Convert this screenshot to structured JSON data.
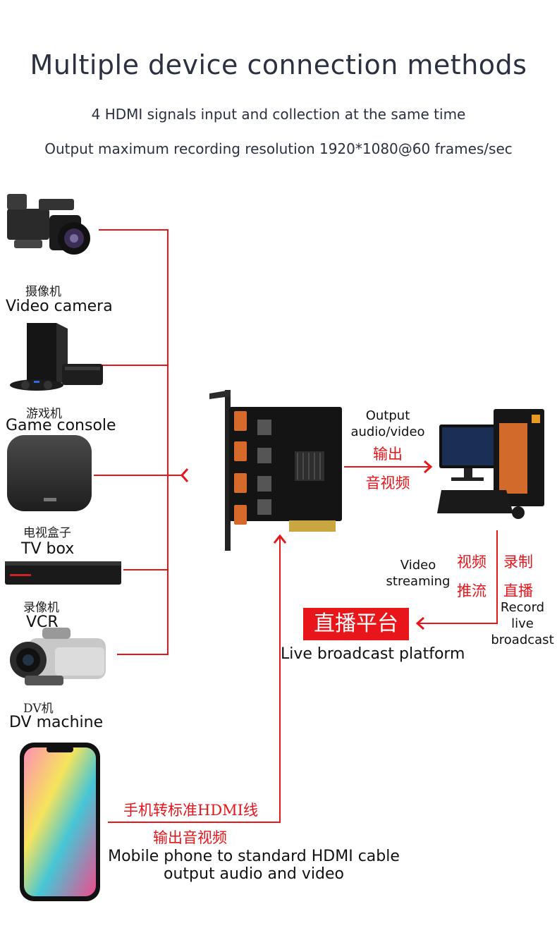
{
  "header": {
    "title": "Multiple device connection methods",
    "subtitle1": "4 HDMI signals input and collection at the same time",
    "subtitle2": "Output maximum recording resolution 1920*1080@60 frames/sec"
  },
  "devices": [
    {
      "cn": "摄像机",
      "en": "Video camera",
      "icon": "video-camera-icon"
    },
    {
      "cn": "游戏机",
      "en": "Game console",
      "icon": "game-console-icon"
    },
    {
      "cn": "电视盒子",
      "en": "TV box",
      "icon": "tv-box-icon"
    },
    {
      "cn": "录像机",
      "en": "VCR",
      "icon": "vcr-icon"
    },
    {
      "cn": "DV机",
      "en": "DV machine",
      "icon": "dv-camcorder-icon"
    }
  ],
  "output": {
    "en_line1": "Output",
    "en_line2": "audio/video",
    "cn_line1": "输出",
    "cn_line2": "音视频"
  },
  "streaming": {
    "en_line1": "Video",
    "en_line2": "streaming",
    "cn_line1": "视频",
    "cn_line2": "推流"
  },
  "record": {
    "cn_line1": "录制",
    "cn_line2": "直播",
    "en_line1": "Record",
    "en_line2": "live",
    "en_line3": "broadcast"
  },
  "platform": {
    "cn": "直播平台",
    "en": "Live broadcast platform"
  },
  "mobile": {
    "cn_line1": "手机转标准HDMI线",
    "cn_line2": "输出音视频",
    "en_line1": "Mobile phone to standard HDMI cable",
    "en_line2": "output audio and video"
  },
  "colors": {
    "line": "#e8161b",
    "title": "#2b3140"
  }
}
